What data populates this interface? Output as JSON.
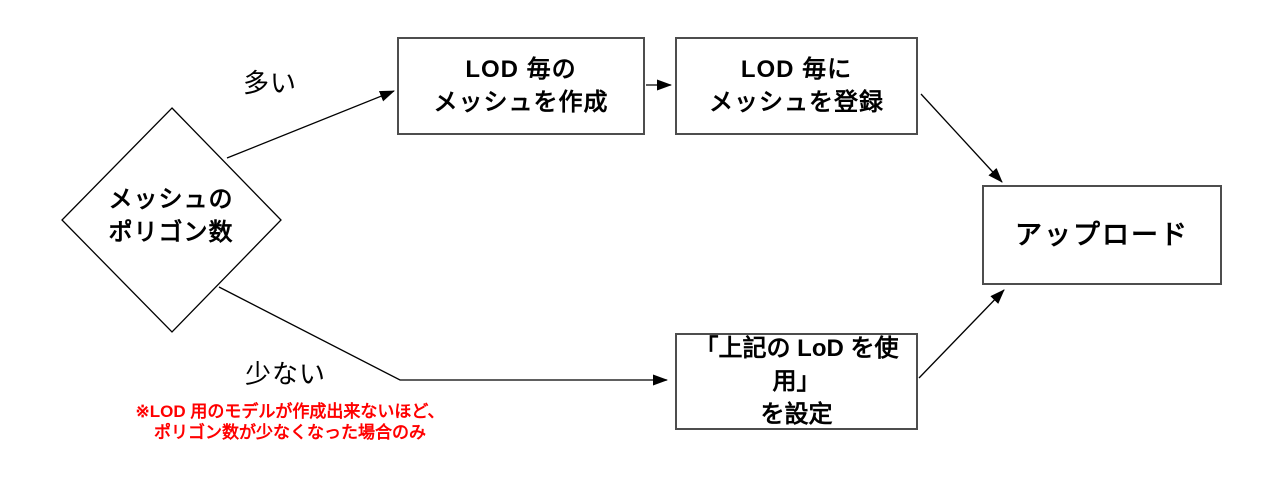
{
  "diagram": {
    "decision": {
      "line1": "メッシュの",
      "line2": "ポリゴン数"
    },
    "labels": {
      "many": "多い",
      "few": "少ない"
    },
    "boxes": {
      "create": {
        "line1": "LOD 毎の",
        "line2": "メッシュを作成"
      },
      "register": {
        "line1": "LOD 毎に",
        "line2": "メッシュを登録"
      },
      "upload": {
        "label": "アップロード"
      },
      "use_lod": {
        "line1": "「上記の LoD を使用」",
        "line2": "を設定"
      }
    },
    "note": {
      "line1": "※LOD 用のモデルが作成出来ないほど、",
      "line2": "ポリゴン数が少なくなった場合のみ"
    },
    "colors": {
      "note_text": "#ff0000",
      "connector_stroke": "#000000",
      "box_border": "#4d4d4d"
    }
  }
}
